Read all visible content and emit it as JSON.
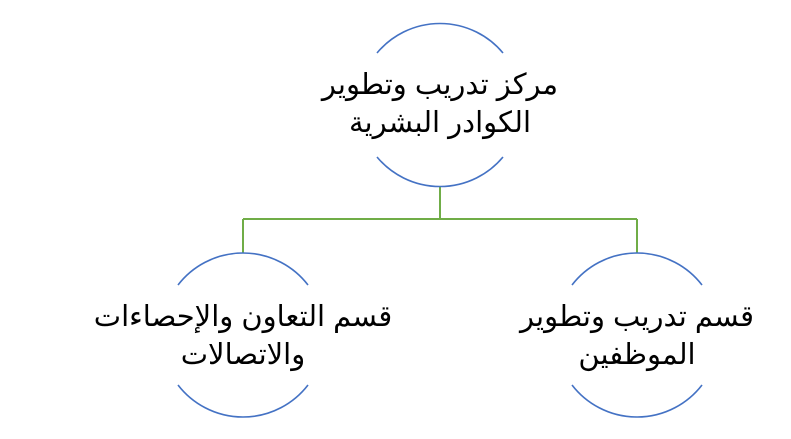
{
  "colors": {
    "node_outline": "#4472C4",
    "connector": "#70AD47",
    "text": "#000000"
  },
  "root": {
    "line1": "مركز تدريب وتطوير",
    "line2": "الكوادر البشرية"
  },
  "children": [
    {
      "line1": "قسم التعاون والإحصاءات",
      "line2": "والاتصالات"
    },
    {
      "line1": "قسم تدريب وتطوير",
      "line2": "الموظفين"
    }
  ]
}
